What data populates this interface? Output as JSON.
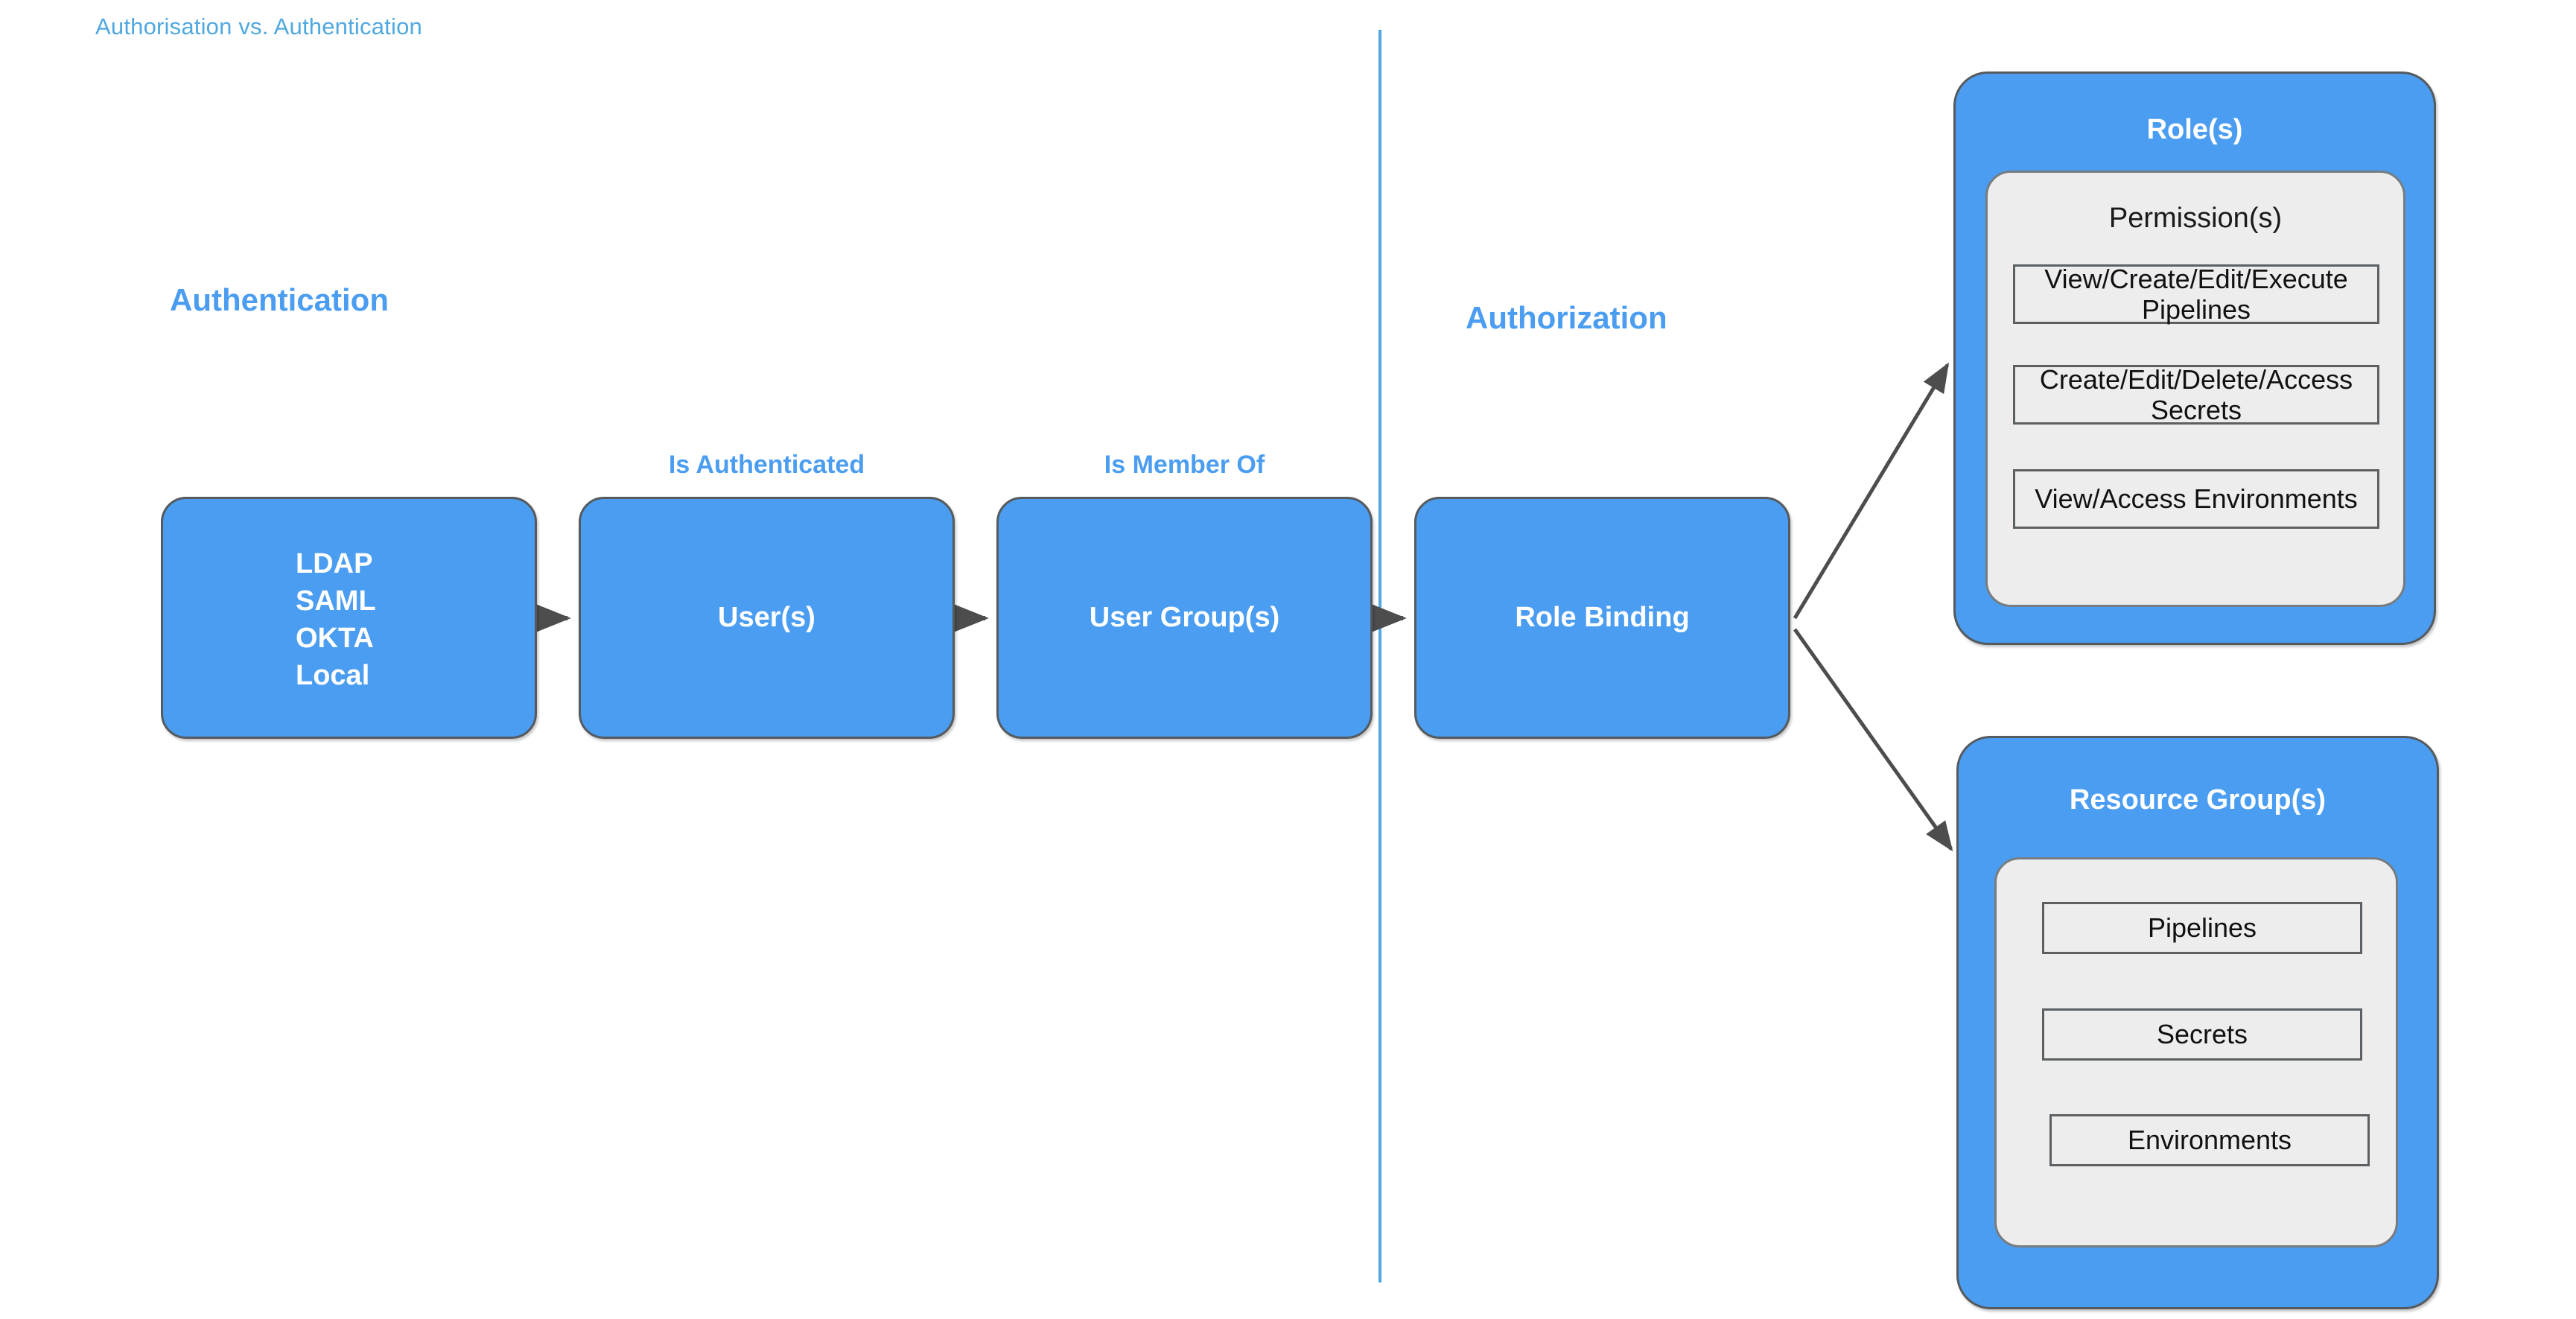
{
  "title": "Authorisation vs. Authentication",
  "colors": {
    "brand_blue": "#4A9DF0",
    "title_blue": "#4FA8E0",
    "panel_grey": "#ededed",
    "outline_grey": "#555a5e",
    "arrow_grey": "#4d4d4d",
    "white": "#ffffff"
  },
  "sections": {
    "authentication_heading": "Authentication",
    "authorization_heading": "Authorization"
  },
  "flow": {
    "auth_methods": {
      "label": "LDAP / SAML / OKTA / Local",
      "items": [
        "LDAP",
        "SAML",
        "OKTA",
        "Local"
      ]
    },
    "users": {
      "label": "User(s)"
    },
    "user_groups": {
      "label": "User Group(s)"
    },
    "role_binding": {
      "label": "Role Binding"
    },
    "edge_labels": {
      "is_authenticated": "Is Authenticated",
      "is_member_of": "Is Member Of"
    }
  },
  "roles_panel": {
    "title": "Role(s)",
    "inner_title": "Permission(s)",
    "permissions": [
      "View/Create/Edit/Execute Pipelines",
      "Create/Edit/Delete/Access Secrets",
      "View/Access Environments"
    ]
  },
  "resource_groups_panel": {
    "title": "Resource Group(s)",
    "resources": [
      "Pipelines",
      "Secrets",
      "Environments"
    ]
  }
}
